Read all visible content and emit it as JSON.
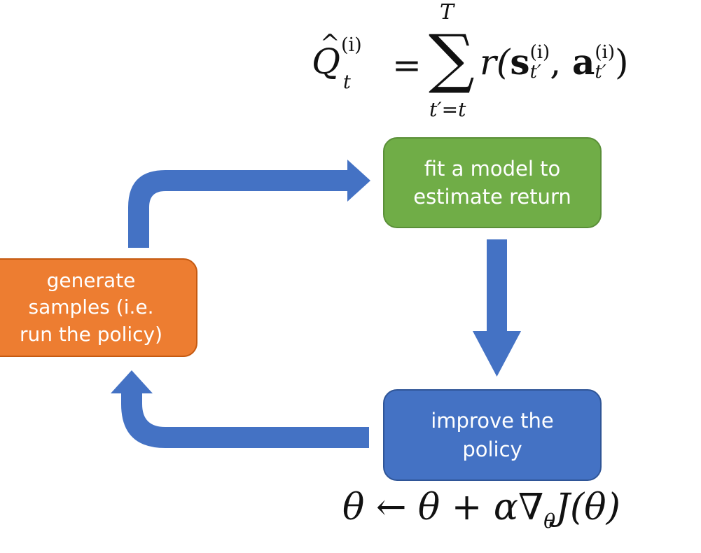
{
  "colors": {
    "arrow": "#4472C4",
    "fit_box": "#70AD47",
    "improve_box": "#4472C4",
    "generate_box": "#ED7D31"
  },
  "boxes": {
    "fit": {
      "line1": "fit a model to",
      "line2": "estimate return"
    },
    "improve": {
      "line1": "improve the",
      "line2": "policy"
    },
    "generate": {
      "line1": "generate",
      "line2": "samples (i.e.",
      "line3": "run the policy)"
    }
  },
  "equations": {
    "q_estimate": {
      "lhs": "Q",
      "hat": "^",
      "lhs_sup": "(i)",
      "lhs_sub": "t",
      "equals": "=",
      "sum_upper": "T",
      "sum_symbol": "∑",
      "sum_lower": "t′=t",
      "r": "r(",
      "s": "s",
      "s_sup": "(i)",
      "s_sub": "t′",
      "comma": ", ",
      "a": "a",
      "a_sup": "(i)",
      "a_sub": "t′",
      "close": ")"
    },
    "gradient_update": {
      "lhs": "θ ← θ + α∇",
      "grad_sub": "θ",
      "rhs": "J(θ)"
    }
  }
}
